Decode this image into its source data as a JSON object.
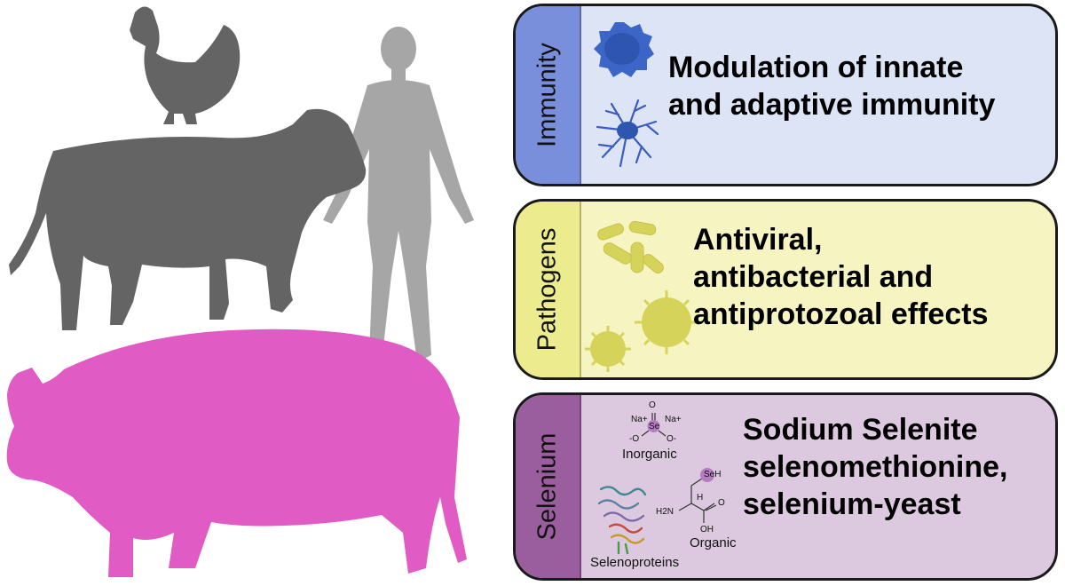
{
  "panels": {
    "immunity": {
      "label": "Immunity",
      "heading": [
        "Modulation of innate",
        "and adaptive immunity"
      ],
      "color": "#7a8fdc"
    },
    "pathogens": {
      "label": "Pathogens",
      "heading": [
        "Antiviral,",
        "antibacterial and",
        "antiprotozoal effects"
      ],
      "color": "#ecec8e"
    },
    "selenium": {
      "label": "Selenium",
      "heading": [
        "Sodium Selenite",
        "selenomethionine,",
        "selenium-yeast"
      ],
      "inorganic_label": "Inorganic",
      "organic_label": "Organic",
      "selenoproteins_label": "Selenoproteins",
      "inorganic_formula": {
        "na_left": "Na+",
        "na_right": "Na+",
        "o_top": "O",
        "se": "Se",
        "o_left": "-O",
        "o_right": "O-"
      },
      "organic_formula": {
        "seh": "SeH",
        "h": "H",
        "h2n": "H2N",
        "o": "O",
        "oh": "OH"
      },
      "color": "#9a5e9f"
    }
  },
  "icons": {
    "animals": [
      "chicken-silhouette-icon",
      "cow-silhouette-icon",
      "human-silhouette-icon",
      "pig-silhouette-icon"
    ],
    "immunity": [
      "immune-cell-icon",
      "dendritic-cell-icon"
    ],
    "pathogens": [
      "bacteria-icon",
      "virus-icon"
    ],
    "selenium": [
      "protein-structure-icon"
    ]
  },
  "colors": {
    "pig": "#e05bc4",
    "cow": "#646464",
    "human": "#a6a6a6",
    "chicken": "#646464"
  }
}
